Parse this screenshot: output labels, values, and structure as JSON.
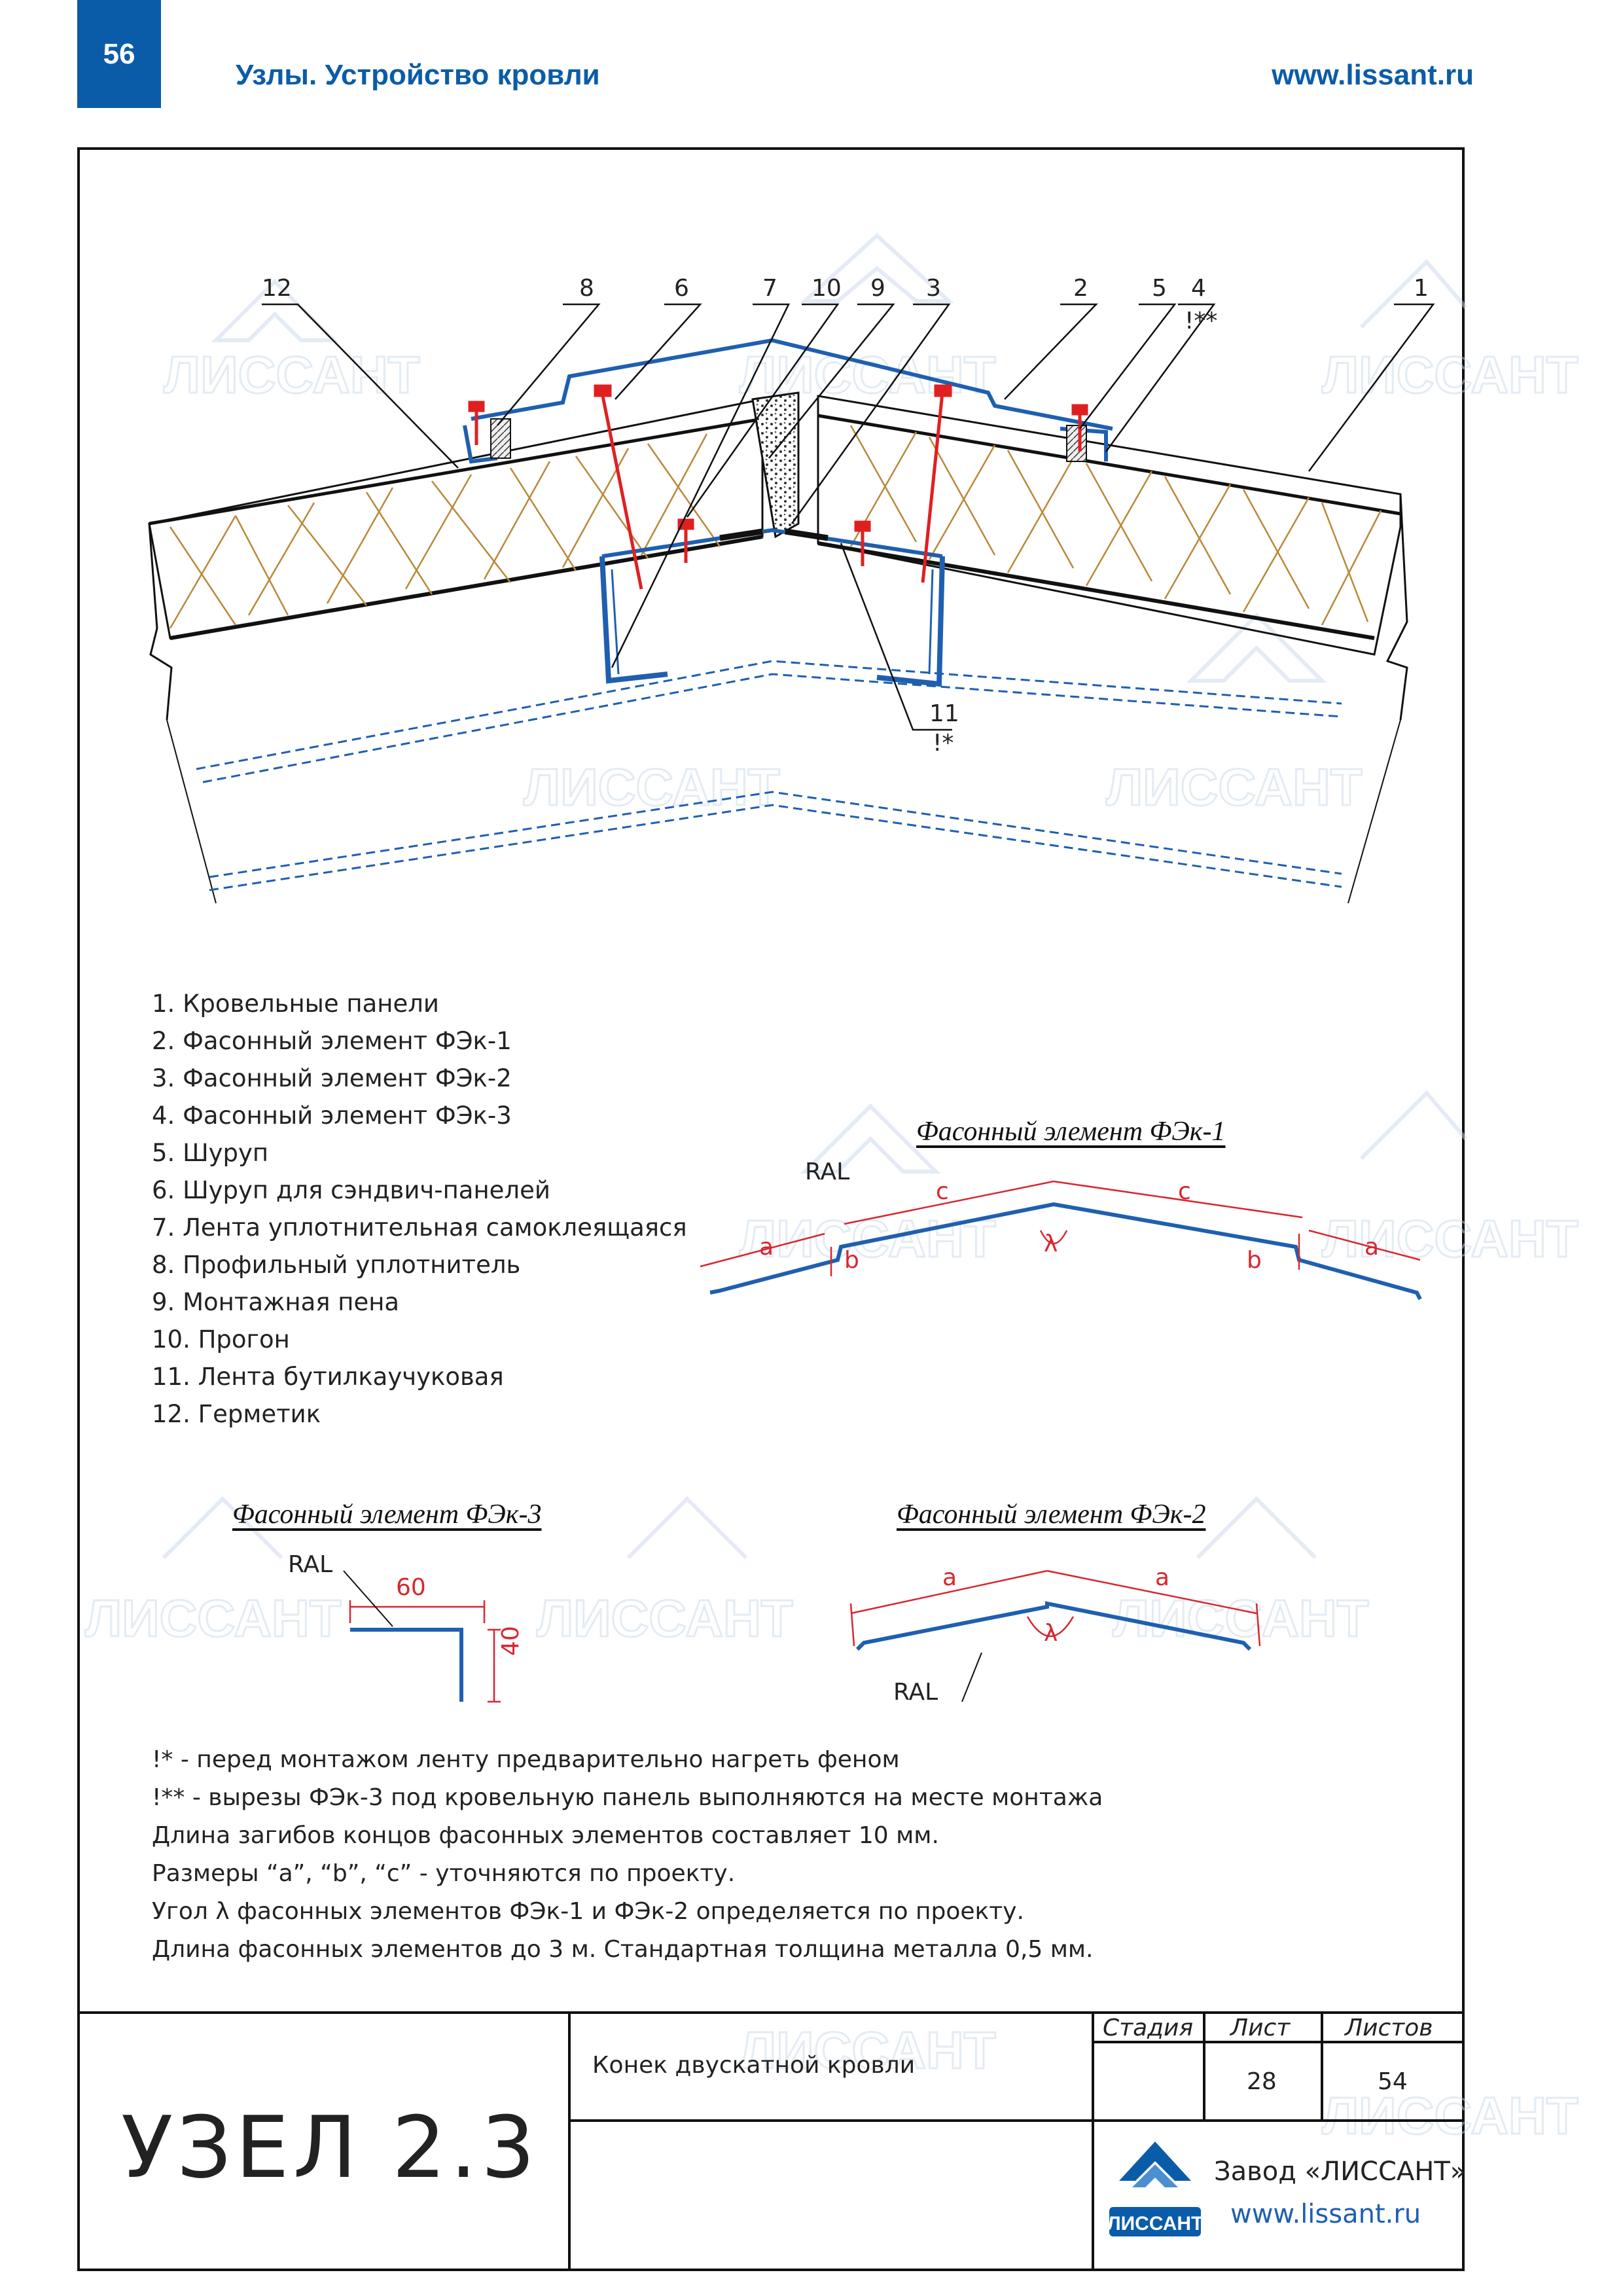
{
  "header": {
    "page_number": "56",
    "section_title": "Узлы. Устройство кровли",
    "site": "www.lissant.ru"
  },
  "drawing": {
    "callouts": [
      "12",
      "8",
      "6",
      "7",
      "10",
      "9",
      "3",
      "2",
      "5",
      "4",
      "1",
      "11"
    ],
    "note_markers": {
      "marker_a": "!*",
      "marker_b": "!**"
    }
  },
  "legend": [
    "1. Кровельные панели",
    "2. Фасонный элемент ФЭк-1",
    "3. Фасонный элемент ФЭк-2",
    "4. Фасонный элемент ФЭк-3",
    "5. Шуруп",
    "6. Шуруп для сэндвич-панелей",
    "7. Лента уплотнительная самоклеящаяся",
    "8. Профильный уплотнитель",
    "9. Монтажная пена",
    "10. Прогон",
    "11. Лента бутилкаучуковая",
    "12. Герметик"
  ],
  "fek1": {
    "title": "Фасонный элемент ФЭк-1",
    "ral": "RAL",
    "dims": {
      "a": "a",
      "b": "b",
      "c": "c",
      "lambda": "λ"
    }
  },
  "fek3": {
    "title": "Фасонный элемент ФЭк-3",
    "ral": "RAL",
    "dims": {
      "top": "60",
      "side": "40"
    }
  },
  "fek2": {
    "title": "Фасонный элемент ФЭк-2",
    "ral": "RAL",
    "dims": {
      "a": "a",
      "lambda": "λ"
    }
  },
  "notes": [
    "!* - перед монтажом ленту предварительно нагреть феном",
    "!** - вырезы ФЭк-3 под кровельную панель выполняются на месте монтажа",
    "Длина загибов концов фасонных элементов составляет 10 мм.",
    "Размеры “a”, “b”, “c” - уточняются по проекту.",
    "Угол λ фасонных элементов ФЭк-1 и ФЭк-2 определяется по проекту.",
    "Длина фасонных элементов до 3 м. Стандартная толщина металла 0,5 мм."
  ],
  "title_block": {
    "node": "УЗЕЛ 2.3",
    "name": "Конек двускатной кровли",
    "stage_label": "Стадия",
    "sheet_label": "Лист",
    "sheets_label": "Листов",
    "stage_value": "",
    "sheet_value": "28",
    "sheets_value": "54",
    "company": "Завод «ЛИССАНТ»",
    "company_site": "www.lissant.ru",
    "logo_text": "ЛИССАНТ"
  },
  "colors": {
    "brand_blue": "#0b5ca8",
    "fastener_red": "#e02020",
    "insulation": "#b8893a",
    "dimension_red": "#d8262e",
    "watermark": "#dbe6f2"
  }
}
